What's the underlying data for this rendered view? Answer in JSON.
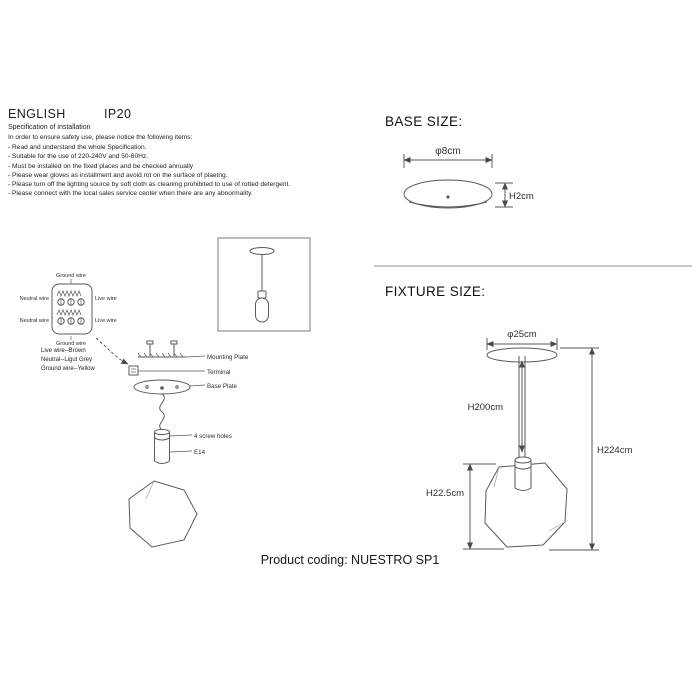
{
  "ink": "#5a5a5a",
  "header": {
    "language": "ENGLISH",
    "ip_rating": "IP20",
    "spec_title": "Specification of installation",
    "intro": "In order to ensure safety use, please notice the following items:",
    "items": [
      "- Read and understand the whole Specification.",
      "- Suitable for the use of 220-240V and 50-60Hz.",
      "- Must be installed on the fixed places and be checked annually",
      "- Please wear gloves as installment and avoid rot on the surface of plaetng.",
      "- Please turn off the lighting source by soft cloth as cleaning prohibited to use of rotted detergent.",
      "- Please connect with the local sales service center when there are any abnormality."
    ]
  },
  "base_size": {
    "title": "BASE SIZE:",
    "diameter": "φ8cm",
    "height": "H2cm"
  },
  "fixture_size": {
    "title": "FIXTURE SIZE:",
    "diameter": "φ25cm",
    "rod_height": "H200cm",
    "total_height": "H224cm",
    "shade_height": "H22.5cm"
  },
  "wiring": {
    "top_label": "Ground wire",
    "row1_left": "Neutral wire",
    "row1_right": "Live wire",
    "row2_left": "Neutral wire",
    "row2_right": "Live wire",
    "bottom_label": "Ground wire",
    "legend": [
      "Live wire--Brown",
      "Neutral--Ligut Grey",
      "Ground wire--Yellow"
    ]
  },
  "assembly": {
    "mounting_plate": "Mounting Plate",
    "terminal": "Terminal",
    "base_plate": "Base Plate",
    "screw_holes": "4 screw holes",
    "socket": "E14"
  },
  "footer": {
    "product_coding": "Product coding: NUESTRO SP1"
  }
}
